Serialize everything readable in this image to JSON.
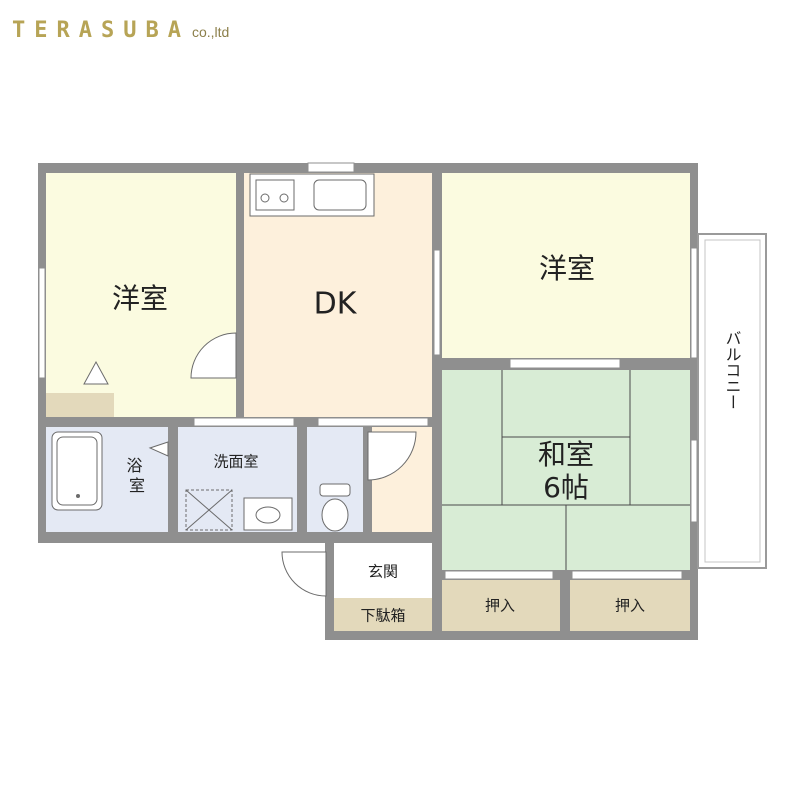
{
  "brand": {
    "name": "TERASUBA",
    "suffix": "co.,ltd"
  },
  "colors": {
    "wall": "#8f8f8f",
    "western_room": "#fbfbe0",
    "dk": "#fdf0dc",
    "japanese_room": "#d8ecd5",
    "wet_area": "#e4e9f4",
    "storage": "#e3d9bb",
    "entrance": "#ffffff",
    "balcony": "#ffffff"
  },
  "rooms": {
    "western_left": {
      "label": "洋室"
    },
    "dk": {
      "label": "DK"
    },
    "western_right": {
      "label": "洋室"
    },
    "japanese": {
      "label": "和室",
      "size": "6帖"
    },
    "bath": {
      "label": "浴室"
    },
    "washroom": {
      "label": "洗面室"
    },
    "entrance": {
      "label": "玄関"
    },
    "shoe_box": {
      "label": "下駄箱"
    },
    "closet_1": {
      "label": "押入"
    },
    "closet_2": {
      "label": "押入"
    },
    "balcony": {
      "label": "バルコニー"
    }
  }
}
